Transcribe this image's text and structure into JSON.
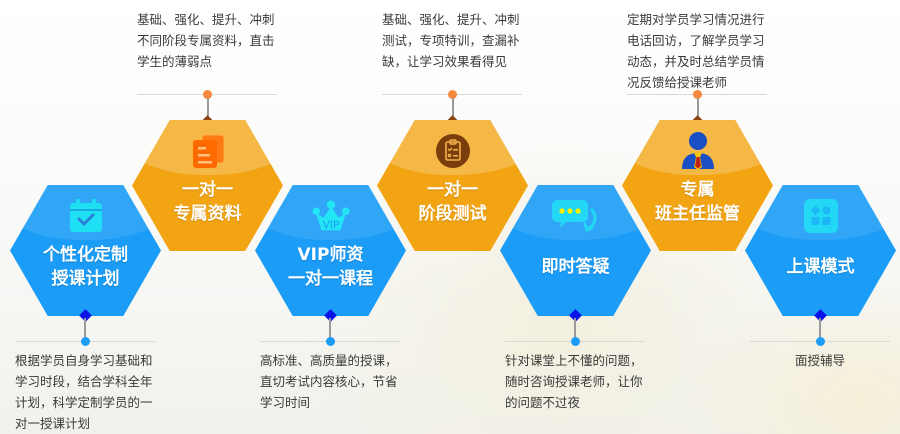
{
  "colors": {
    "blue_hex": "#1a9cf7",
    "orange_hex": "#f2a413",
    "text": "#3a3a3a",
    "orange_dot": "#f58a3c",
    "blue_diamond": "#0a14e6",
    "brown_diamond": "#8b4513"
  },
  "steps": [
    {
      "color": "blue",
      "icon": "calendar-check-icon",
      "title_lines": [
        "个性化定制",
        "授课计划"
      ],
      "description_position": "bottom",
      "description_lines": [
        "根据学员自身学习基础和",
        "学习时段，结合学科全年",
        "计划，科学定制学员的一",
        "对一授课计划"
      ]
    },
    {
      "color": "orange",
      "icon": "documents-icon",
      "title_lines": [
        "一对一",
        "专属资料"
      ],
      "description_position": "top",
      "description_lines": [
        "基础、强化、提升、冲刺",
        "不同阶段专属资料，直击",
        "学生的薄弱点"
      ]
    },
    {
      "color": "blue",
      "icon": "vip-crown-icon",
      "icon_text": "VIP",
      "title_lines": [
        "VIP师资",
        "一对一课程"
      ],
      "description_position": "bottom",
      "description_lines": [
        "高标准、高质量的授课，",
        "直切考试内容核心，节省",
        "学习时间"
      ]
    },
    {
      "color": "orange",
      "icon": "clipboard-checklist-icon",
      "title_lines": [
        "一对一",
        "阶段测试"
      ],
      "description_position": "top",
      "description_lines": [
        "基础、强化、提升、冲刺",
        "测试，专项特训，查漏补",
        "缺，让学习效果看得见"
      ]
    },
    {
      "color": "blue",
      "icon": "chat-bubble-reply-icon",
      "title_lines": [
        "即时答疑"
      ],
      "description_position": "bottom",
      "description_lines": [
        "针对课堂上不懂的问题，",
        "随时咨询授课老师，让你",
        "的问题不过夜"
      ]
    },
    {
      "color": "orange",
      "icon": "supervisor-person-icon",
      "title_lines": [
        "专属",
        "班主任监管"
      ],
      "description_position": "top",
      "description_lines": [
        "定期对学员学习情况进行",
        "电话回访，了解学员学习",
        "动态，并及时总结学员情",
        "况反馈给授课老师"
      ]
    },
    {
      "color": "blue",
      "icon": "grid-apps-icon",
      "title_lines": [
        "上课模式"
      ],
      "description_position": "bottom",
      "description_lines": [
        "面授辅导"
      ]
    }
  ]
}
